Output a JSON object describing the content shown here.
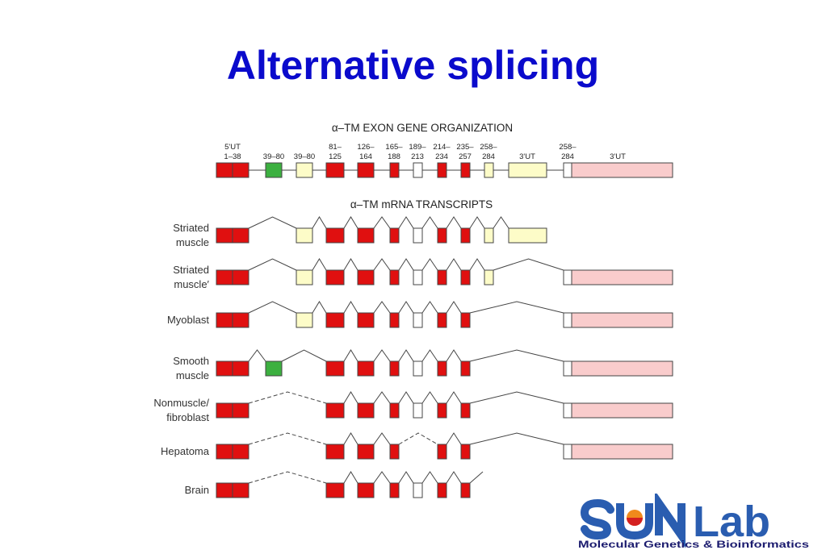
{
  "slide": {
    "title": "Alternative splicing"
  },
  "diagram": {
    "gene_header": "α–TM EXON GENE ORGANIZATION",
    "mrna_header": "α–TM mRNA TRANSCRIPTS",
    "exon_labels": [
      [
        "5'UT",
        "1–38"
      ],
      [
        "39–80"
      ],
      [
        "39–80"
      ],
      [
        "81–",
        "125"
      ],
      [
        "126–",
        "164"
      ],
      [
        "165–",
        "188"
      ],
      [
        "189–",
        "213"
      ],
      [
        "214–",
        "234"
      ],
      [
        "235–",
        "257"
      ],
      [
        "258–",
        "284"
      ],
      [
        "3'UT"
      ],
      [
        "258–",
        "284"
      ],
      [
        "3'UT"
      ]
    ],
    "exon_colors": {
      "red": "#e01010",
      "green": "#3cb040",
      "yellow": "#fdfcc8",
      "white": "#ffffff",
      "pink": "#f9cccc"
    },
    "transcripts": [
      {
        "label": [
          "Striated",
          "muscle"
        ],
        "pattern": [
          "5ut",
          "e3",
          "e4",
          "e5",
          "e6",
          "e7",
          "e8",
          "e9",
          "e10",
          "e11"
        ],
        "dashed": []
      },
      {
        "label": [
          "Striated",
          "muscle′"
        ],
        "pattern": [
          "5ut",
          "e3",
          "e4",
          "e5",
          "e6",
          "e7",
          "e8",
          "e9",
          "e10",
          "e12",
          "e13"
        ],
        "dashed": []
      },
      {
        "label": [
          "Myoblast"
        ],
        "pattern": [
          "5ut",
          "e3",
          "e4",
          "e5",
          "e6",
          "e7",
          "e8",
          "e9",
          "e12",
          "e13"
        ],
        "dashed": []
      },
      {
        "label": [
          "Smooth",
          "muscle"
        ],
        "pattern": [
          "5ut",
          "e2",
          "e4",
          "e5",
          "e6",
          "e7",
          "e8",
          "e9",
          "e12",
          "e13"
        ],
        "dashed": []
      },
      {
        "label": [
          "Nonmuscle/",
          "fibroblast"
        ],
        "pattern": [
          "5ut",
          "e4",
          "e5",
          "e6",
          "e7",
          "e8",
          "e9",
          "e12",
          "e13"
        ],
        "dashed": [
          0
        ]
      },
      {
        "label": [
          "Hepatoma"
        ],
        "pattern": [
          "5ut",
          "e4",
          "e5",
          "e6",
          "e8",
          "e9",
          "e12",
          "e13"
        ],
        "dashed": [
          0,
          3
        ]
      },
      {
        "label": [
          "Brain"
        ],
        "pattern": [
          "5ut",
          "e4",
          "e5",
          "e6",
          "e7",
          "e8",
          "e9",
          "tail"
        ],
        "dashed": [
          0
        ]
      }
    ]
  },
  "logo": {
    "wordmark_a": "SUN",
    "wordmark_b": "Lab",
    "tagline": "Molecular Genetics & Bioinformatics",
    "blue": "#2a5db0",
    "orange": "#f08a1c",
    "red": "#d42020"
  }
}
